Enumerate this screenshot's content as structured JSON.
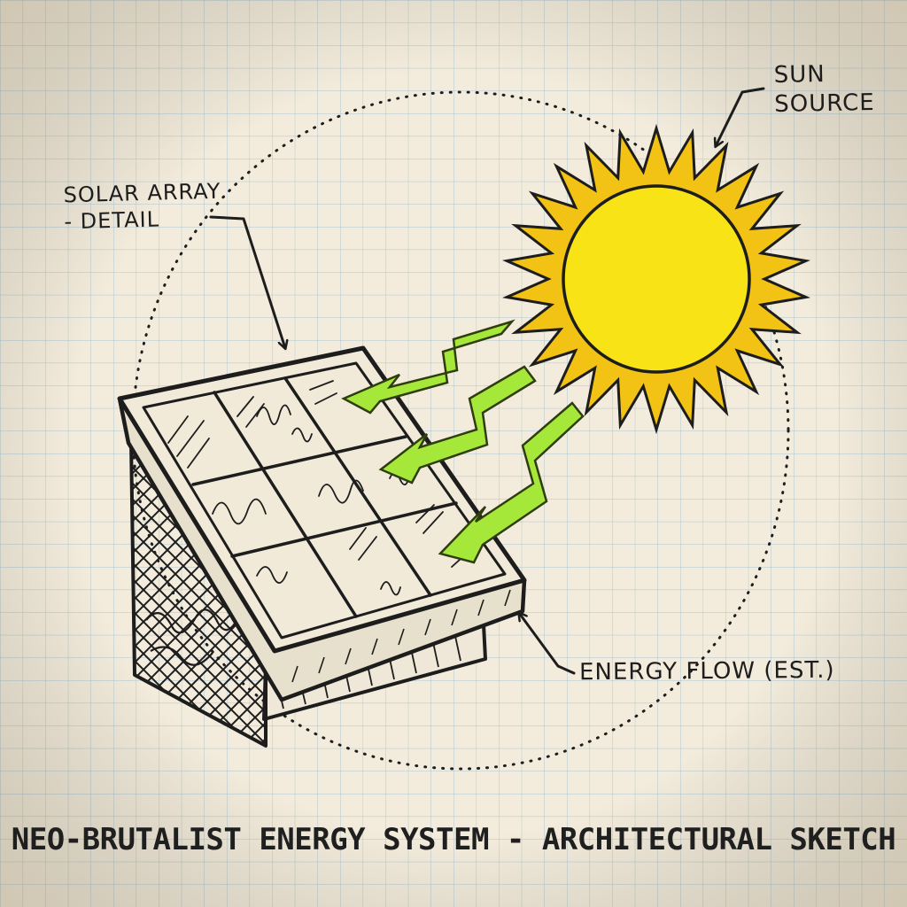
{
  "labels": {
    "solar_array": [
      "SOLAR ARRAY",
      "- DETAIL"
    ],
    "sun_source": [
      "SUN",
      "SOURCE"
    ],
    "energy_flow": "ENERGY FLOW (EST.)"
  },
  "title": "NEO-BRUTALIST ENERGY SYSTEM - ARCHITECTURAL SKETCH",
  "colors": {
    "paper": "#f3ecdc",
    "grid": "#a9c6d3",
    "ink": "#1d1d1d",
    "sun_fill": "#f7e316",
    "sun_rays": "#f2c315",
    "energy_arrow": "#a6e83a"
  },
  "icons": {
    "sun": "sun-icon",
    "panel": "solar-panel-icon",
    "flow": "lightning-arrow-icon"
  }
}
